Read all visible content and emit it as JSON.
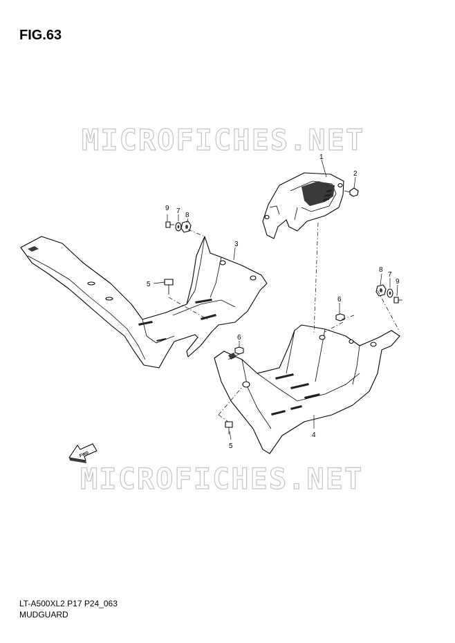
{
  "figure": {
    "title": "FIG.63"
  },
  "watermarks": [
    "MICROFICHES.NET",
    "MICROFICHES.NET"
  ],
  "footer": {
    "model_code": "LT-A500XL2 P17 P24_063",
    "section_name": "MUDGUARD"
  },
  "callouts": {
    "c1": "1",
    "c2": "2",
    "c3": "3",
    "c4": "4",
    "c5a": "5",
    "c5b": "5",
    "c6a": "6",
    "c6b": "6",
    "c7a": "7",
    "c7b": "7",
    "c8a": "8",
    "c8b": "8",
    "c9a": "9",
    "c9b": "9"
  },
  "fwd_arrow_label": "FWD"
}
